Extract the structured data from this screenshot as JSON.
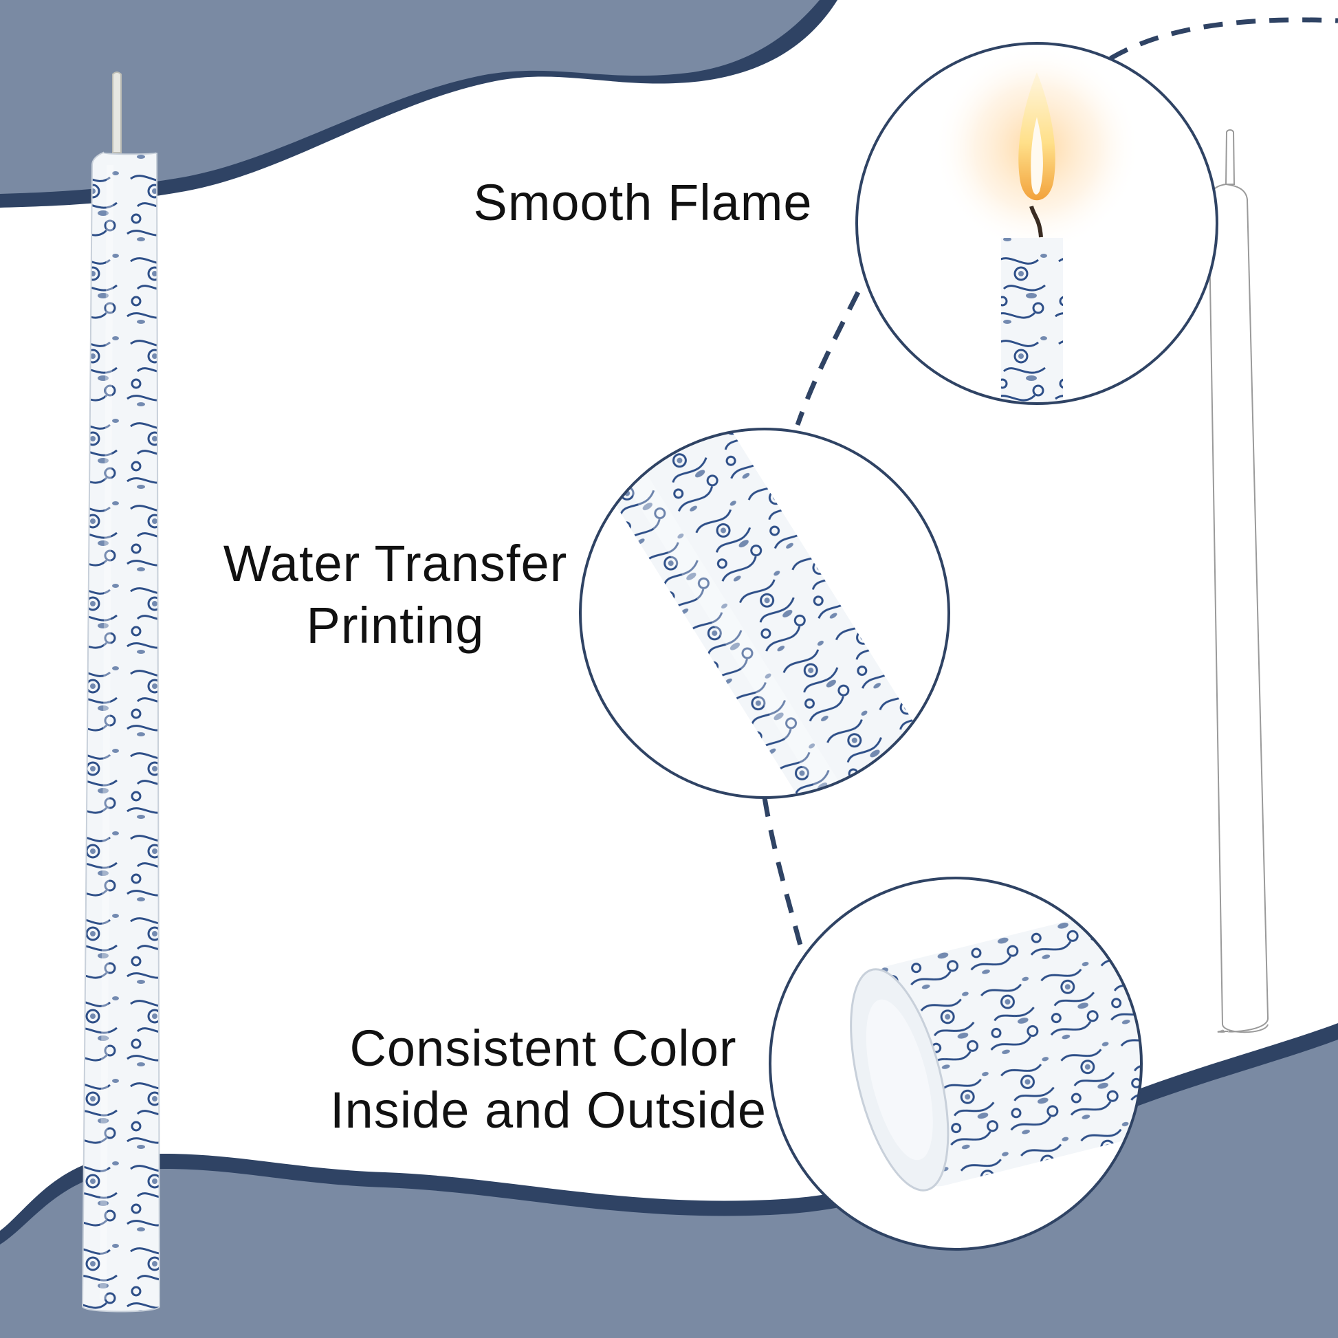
{
  "colors": {
    "wave_fill": "#7a8aa3",
    "wave_edge": "#2f4364",
    "connector": "#2f4364",
    "circle_border": "#2f4364",
    "pattern_blue": "#2e4f88",
    "candle_white": "#f3f6f9",
    "outline_gray": "#9a9a9a"
  },
  "features": {
    "smooth_flame": {
      "line1": "Smooth Flame"
    },
    "water_transfer": {
      "line1": "Water Transfer",
      "line2": "Printing"
    },
    "consistent_color": {
      "line1": "Consistent Color",
      "line2": "Inside and Outside"
    }
  }
}
